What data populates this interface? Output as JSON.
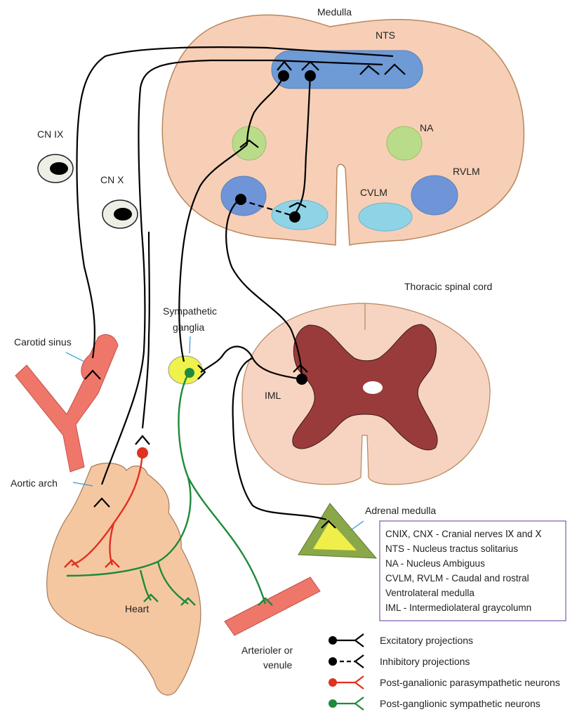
{
  "labels": {
    "medulla": "Medulla",
    "nts": "NTS",
    "na": "NA",
    "rvlm": "RVLM",
    "cvlm": "CVLM",
    "cn_ix": "CN IX",
    "cn_x": "CN X",
    "thoracic_spinal_cord": "Thoracic spinal cord",
    "sympathetic_ganglia_line1": "Sympathetic",
    "sympathetic_ganglia_line2": "ganglia",
    "carotid_sinus": "Carotid sinus",
    "iml": "IML",
    "aortic_arch": "Aortic arch",
    "adrenal_medulla": "Adrenal medulla",
    "heart": "Heart",
    "arteriole_line1": "Arterioler or",
    "arteriole_line2": "venule"
  },
  "abbreviations": [
    "CNⅨ, CNⅩ - Cranial nerves Ⅸ and Ⅹ",
    "NTS - Nucleus tractus solitarius",
    "NA - Nucleus Ambiguus",
    "CVLM, RVLM - Caudal and rostral",
    "Ventrolateral medulla",
    "IML - Intermediolateral graycolumn"
  ],
  "legend": [
    {
      "label": "Excitatory projections",
      "color": "#000000",
      "style": "solid"
    },
    {
      "label": "Inhibitory projections",
      "color": "#000000",
      "style": "dashed"
    },
    {
      "label": "Post-ganalionic parasympathetic neurons",
      "color": "#e0301e",
      "style": "solid"
    },
    {
      "label": "Post-ganglionic sympathetic neurons",
      "color": "#1e8a3a",
      "style": "solid"
    }
  ],
  "colors": {
    "medulla_fill": "#f7cfb6",
    "medulla_stroke": "#b8865a",
    "nts_fill": "#6e9ad6",
    "na_fill": "#b9dc8a",
    "rvlm_fill": "#6f95d8",
    "cvlm_fill": "#8fd3e6",
    "spinal_white": "#f7d3c2",
    "spinal_gray": "#9a3b3b",
    "vessel": "#ef7769",
    "heart": "#f5c7a1",
    "ganglion": "#eef24a",
    "adrenal_outer": "#8aa84a",
    "adrenal_inner": "#f0ef4a",
    "parasym": "#e0301e",
    "sym": "#1e8a3a",
    "key_border": "#7b5aa8"
  }
}
